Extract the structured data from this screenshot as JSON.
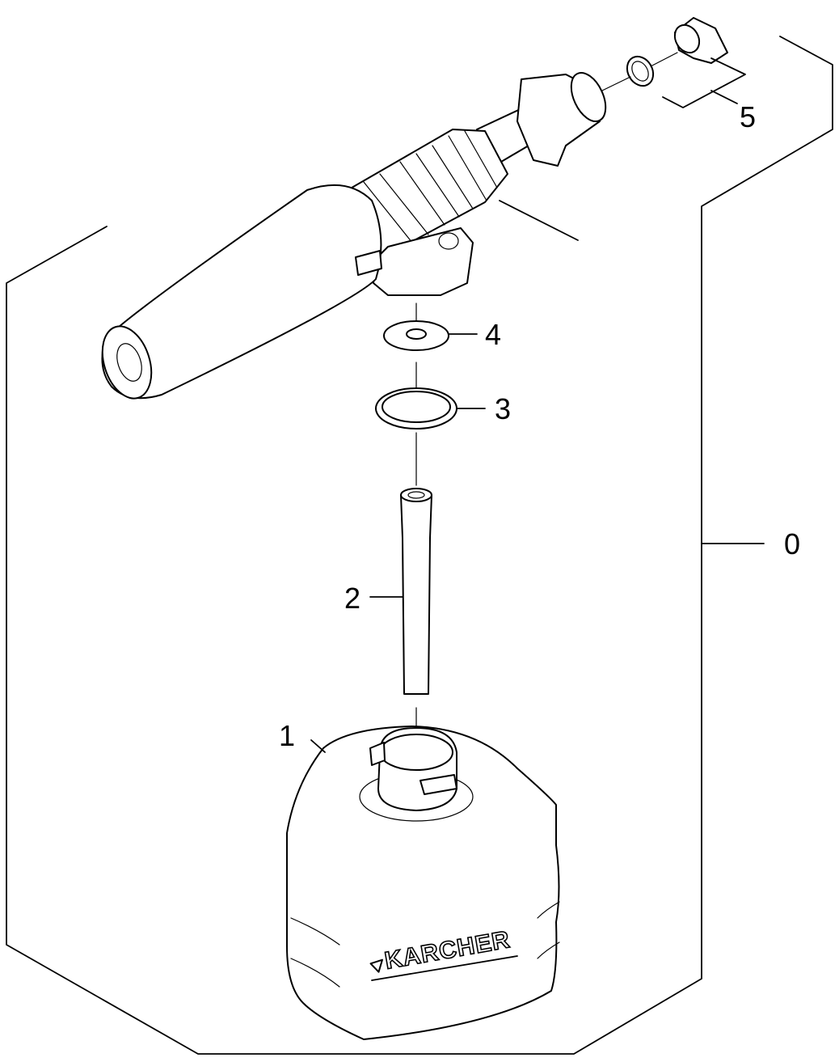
{
  "diagram": {
    "callouts": [
      {
        "id": "0",
        "label": "0"
      },
      {
        "id": "1",
        "label": "1"
      },
      {
        "id": "2",
        "label": "2"
      },
      {
        "id": "3",
        "label": "3"
      },
      {
        "id": "4",
        "label": "4"
      },
      {
        "id": "5",
        "label": "5"
      }
    ],
    "bottle_brand": "KARCHER"
  }
}
